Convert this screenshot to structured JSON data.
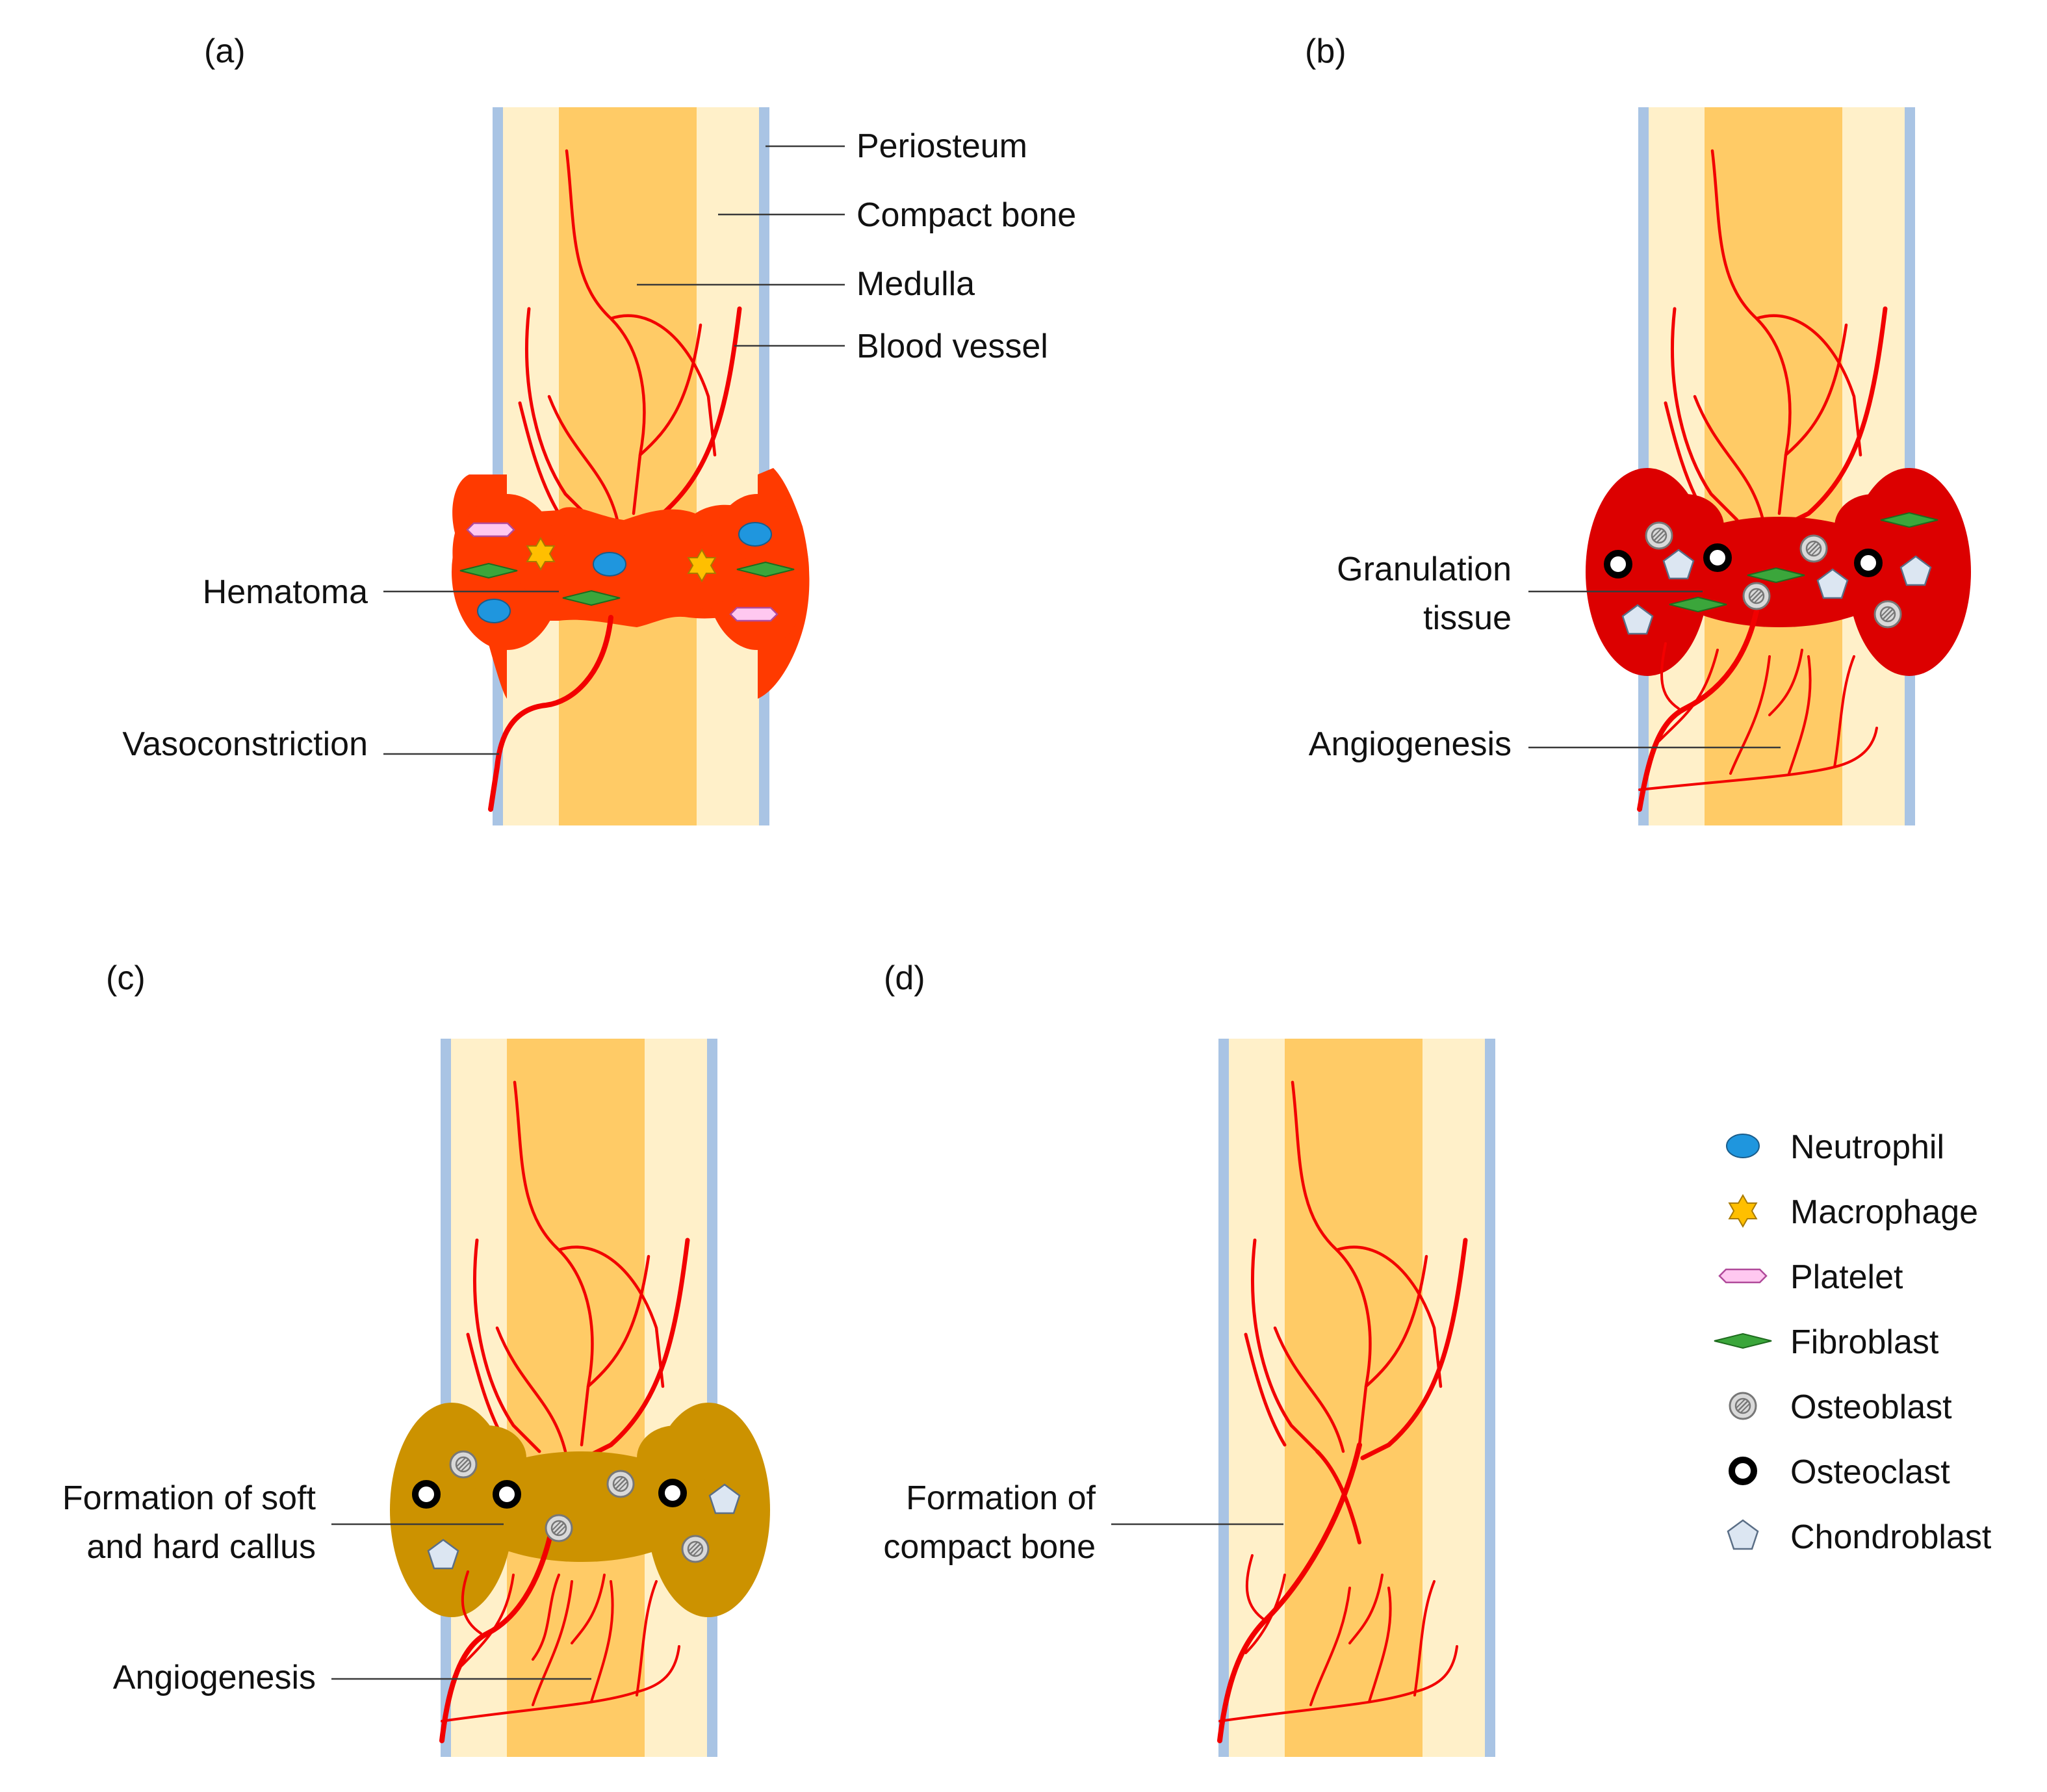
{
  "panels": {
    "a": {
      "tag": "(a)",
      "labels": {
        "periosteum": "Periosteum",
        "compact_bone": "Compact bone",
        "medulla": "Medulla",
        "blood_vessel": "Blood vessel",
        "hematoma": "Hematoma",
        "vasoconstriction": "Vasoconstriction"
      }
    },
    "b": {
      "tag": "(b)",
      "labels": {
        "granulation_line1": "Granulation",
        "granulation_line2": "tissue",
        "angiogenesis": "Angiogenesis"
      }
    },
    "c": {
      "tag": "(c)",
      "labels": {
        "callus_line1": "Formation of soft",
        "callus_line2": "and hard callus",
        "angiogenesis": "Angiogenesis"
      }
    },
    "d": {
      "tag": "(d)",
      "labels": {
        "compact_line1": "Formation of",
        "compact_line2": "compact bone"
      }
    }
  },
  "legend": [
    {
      "label": "Neutrophil",
      "icon": "neutrophil-icon"
    },
    {
      "label": "Macrophage",
      "icon": "macrophage-icon"
    },
    {
      "label": "Platelet",
      "icon": "platelet-icon"
    },
    {
      "label": "Fibroblast",
      "icon": "fibroblast-icon"
    },
    {
      "label": "Osteoblast",
      "icon": "osteoblast-icon"
    },
    {
      "label": "Osteoclast",
      "icon": "osteoclast-icon"
    },
    {
      "label": "Chondroblast",
      "icon": "chondroblast-icon"
    }
  ],
  "colors": {
    "periosteum": "#a9c4e4",
    "compact_bone": "#fff0c9",
    "medulla": "#ffcb66",
    "blood_vessel": "#f20000",
    "hematoma": "#ff3a00",
    "granulation_tissue": "#dc0000",
    "callus": "#cc9200",
    "neutrophil": "#1f96de",
    "macrophage": "#ffbf00",
    "platelet": "#ffc8f0",
    "fibroblast": "#3ba63b",
    "osteoblast": "#d9d9d9",
    "osteoclast": "#000000",
    "chondroblast": "#dce6f2"
  }
}
